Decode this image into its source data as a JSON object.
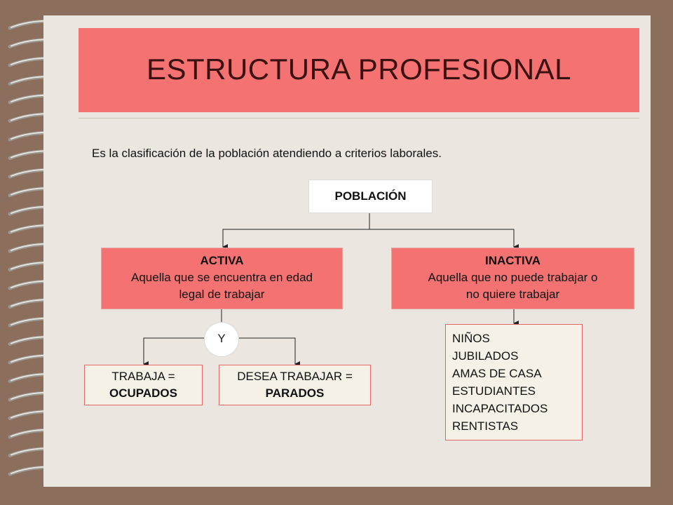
{
  "title": "ESTRUCTURA PROFESIONAL",
  "intro": "Es la clasificación de la población atendiendo a criterios laborales.",
  "root": {
    "label": "POBLACIÓN"
  },
  "activa": {
    "title": "ACTIVA",
    "desc_line1": "Aquella que se encuentra en edad",
    "desc_line2": "legal de trabajar"
  },
  "inactiva": {
    "title": "INACTIVA",
    "desc_line1": "Aquella que no puede trabajar o",
    "desc_line2": "no quiere trabajar"
  },
  "connector": "Y",
  "ocupados": {
    "line1": "TRABAJA =",
    "line2": "OCUPADOS"
  },
  "parados": {
    "line1": "DESEA TRABAJAR =",
    "line2": "PARADOS"
  },
  "inactive_list": [
    "NIÑOS",
    "JUBILADOS",
    "AMAS DE CASA",
    "ESTUDIANTES",
    "INCAPACITADOS",
    "RENTISTAS"
  ],
  "colors": {
    "accent": "#f47272",
    "page": "#ebe6e0",
    "background": "#8c6e5c",
    "box_cream": "#f5f1e6"
  }
}
